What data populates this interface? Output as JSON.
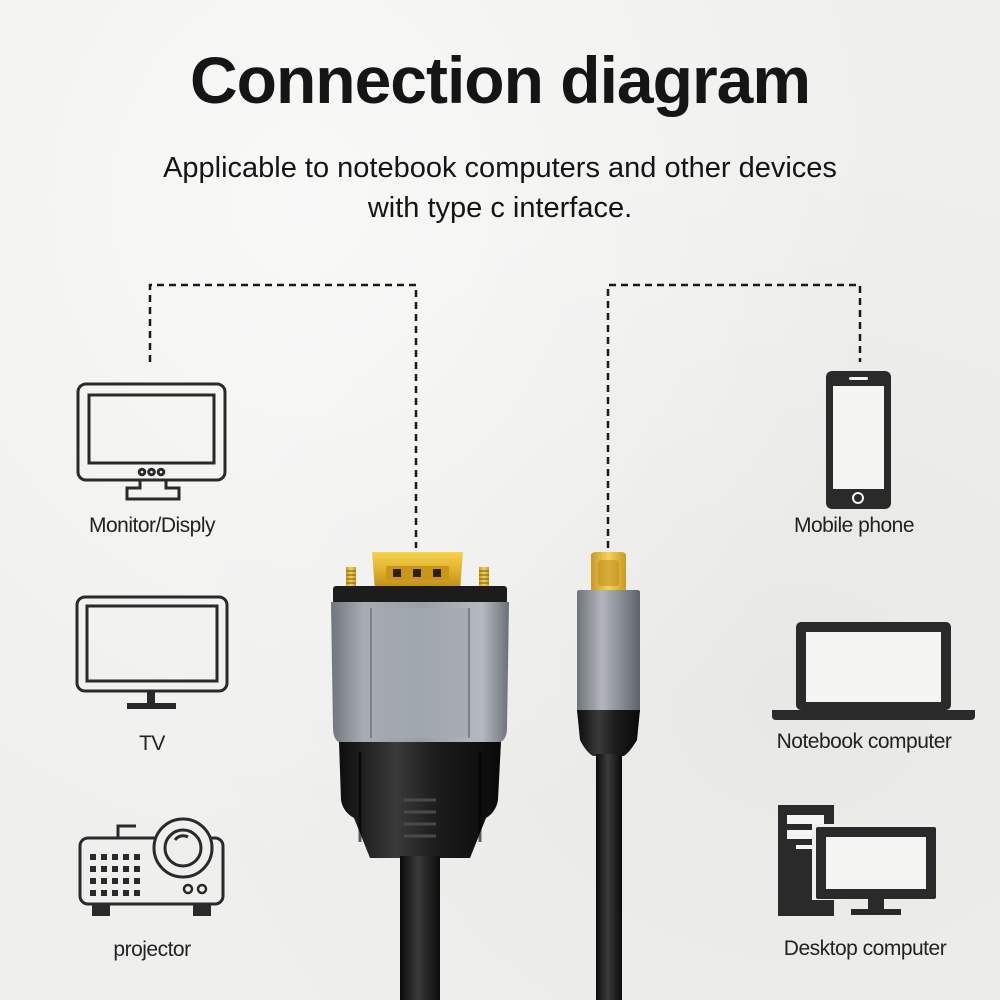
{
  "title": "Connection diagram",
  "subtitle": "Applicable to notebook computers and other devices with type c interface.",
  "left_devices": [
    {
      "label": "Monitor/Disply",
      "icon": "monitor-icon"
    },
    {
      "label": "TV",
      "icon": "tv-icon"
    },
    {
      "label": "projector",
      "icon": "projector-icon"
    }
  ],
  "right_devices": [
    {
      "label": "Mobile phone",
      "icon": "mobile-phone-icon"
    },
    {
      "label": "Notebook computer",
      "icon": "notebook-computer-icon"
    },
    {
      "label": "Desktop computer",
      "icon": "desktop-computer-icon"
    }
  ],
  "connectors": {
    "left": "vga-connector",
    "right": "usb-type-c-connector"
  },
  "colors": {
    "gold": "#e0b12a",
    "housing_gray": "#9aa0a8",
    "cable_black": "#1b1b1b",
    "icon_stroke": "#2a2a2a"
  }
}
